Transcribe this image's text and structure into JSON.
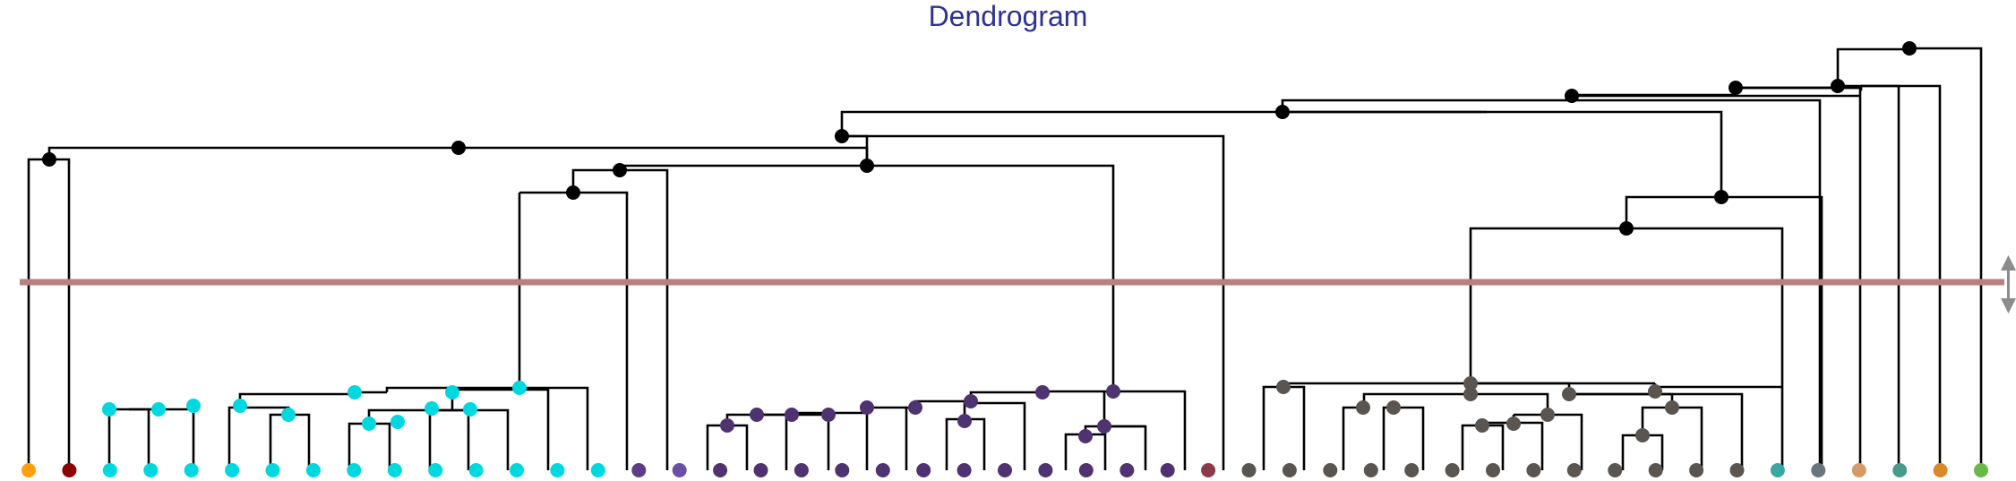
{
  "title": "Dendrogram",
  "colors": {
    "link": "#000000",
    "cut_line": "#b88080",
    "title": "#2e3192",
    "handle": "#888888"
  },
  "cut_handle_icon": "double-vertical-arrow-icon",
  "chart_data": {
    "type": "dendrogram",
    "leaf_colors": [
      "#ff9f0f",
      "#8b0000",
      "#00d8e0",
      "#00d8e0",
      "#00d8e0",
      "#00d8e0",
      "#00d8e0",
      "#00d8e0",
      "#00d8e0",
      "#00d8e0",
      "#00d8e0",
      "#00d8e0",
      "#00d8e0",
      "#00d8e0",
      "#00d8e0",
      "#5b3e8a",
      "#6a4ea8",
      "#4f3270",
      "#4f3270",
      "#4f3270",
      "#4f3270",
      "#4f3270",
      "#4f3270",
      "#4f3270",
      "#4f3270",
      "#4f3270",
      "#4f3270",
      "#4f3270",
      "#4f3270",
      "#8c3a4a",
      "#5a5550",
      "#5a5550",
      "#5a5550",
      "#5a5550",
      "#5a5550",
      "#5a5550",
      "#5a5550",
      "#5a5550",
      "#5a5550",
      "#5a5550",
      "#5a5550",
      "#5a5550",
      "#5a5550",
      "#3aa8a0",
      "#6b7580",
      "#d49a6a",
      "#4a9a8a",
      "#d88a2a",
      "#6ab84a"
    ],
    "merges": [
      [
        2,
        3,
        11.2,
        "#00d8e0"
      ],
      [
        3,
        4,
        11.2,
        "#00d8e0"
      ],
      [
        6,
        7,
        11.2,
        "#00d8e0"
      ],
      [
        8,
        9,
        9.5,
        "#00d8e0"
      ],
      [
        10,
        11,
        11.2,
        "#00d8e0"
      ],
      [
        9,
        12,
        9.5,
        "#00d8e0"
      ],
      [
        5,
        6,
        12.0,
        "#00d8e0"
      ],
      [
        8,
        13,
        13.0,
        "#00d8e0"
      ],
      [
        4,
        14,
        13.5,
        "#00d8e0"
      ],
      [
        19,
        20,
        9.0,
        "#4f3270"
      ],
      [
        18,
        21,
        10.0,
        "#4f3270"
      ],
      [
        23,
        24,
        10.5,
        "#4f3270"
      ],
      [
        24,
        25,
        9.5,
        "#4f3270"
      ],
      [
        22,
        26,
        11.5,
        "#4f3270"
      ],
      [
        25,
        27,
        11.5,
        "#4f3270"
      ],
      [
        28,
        27,
        8.5,
        "#4f3270"
      ],
      [
        26,
        29,
        13.0,
        "#4f3270"
      ],
      [
        9,
        10,
        15.0,
        "#00d8e0"
      ],
      [
        13,
        15,
        74.0,
        "#000000"
      ],
      [
        14,
        16,
        76.0,
        "#000000"
      ],
      [
        0,
        1,
        77.5,
        "#000000"
      ],
      [
        35,
        36,
        9.5,
        "#5a5550"
      ],
      [
        36,
        37,
        10.5,
        "#5a5550"
      ],
      [
        33,
        34,
        12.5,
        "#5a5550"
      ],
      [
        37,
        38,
        8.0,
        "#5a5550"
      ],
      [
        39,
        40,
        12.0,
        "#5a5550"
      ],
      [
        38,
        41,
        13.0,
        "#5a5550"
      ],
      [
        31,
        32,
        14.0,
        "#5a5550"
      ],
      [
        30,
        43,
        63.0,
        "#000000"
      ],
      [
        43,
        44,
        67.0,
        "#000000"
      ],
      [
        2,
        29,
        80.0,
        "#000000"
      ],
      [
        44,
        45,
        87.0,
        "#000000"
      ],
      [
        9,
        46,
        88.5,
        "#000000"
      ],
      [
        46,
        47,
        89.5,
        "#000000"
      ],
      [
        47,
        48,
        95.0,
        "#000000"
      ]
    ],
    "cut_height": 50
  }
}
